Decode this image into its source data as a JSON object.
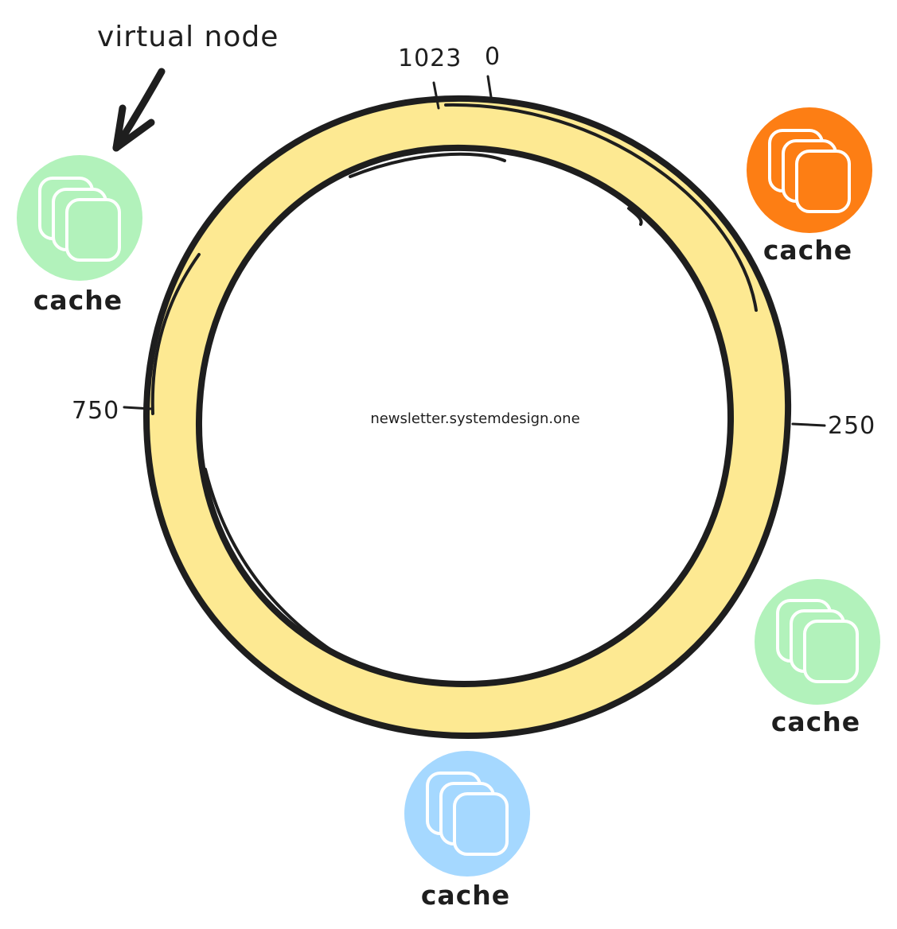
{
  "annotation": {
    "label": "virtual node"
  },
  "ring": {
    "fill": "#fde992",
    "stroke": "#1e1e1e",
    "center_label": "newsletter.systemdesign.one",
    "ticks": {
      "t1023": "1023",
      "t0": "0",
      "t250": "250",
      "t750": "750"
    }
  },
  "nodes": [
    {
      "label": "cache",
      "color": "#b2f2bb",
      "icon": "stacked-pages-icon"
    },
    {
      "label": "cache",
      "color": "#fd7e14",
      "icon": "stacked-pages-icon"
    },
    {
      "label": "cache",
      "color": "#b2f2bb",
      "icon": "stacked-pages-icon"
    },
    {
      "label": "cache",
      "color": "#a5d8ff",
      "icon": "stacked-pages-icon"
    }
  ]
}
